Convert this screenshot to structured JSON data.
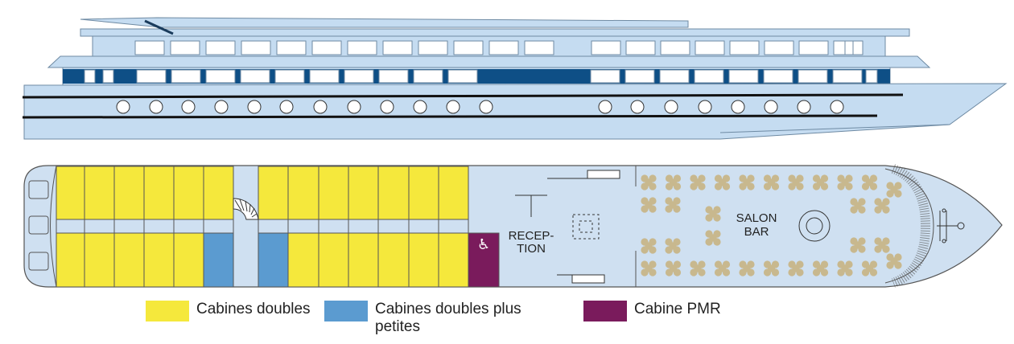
{
  "deck": {
    "reception_label_1": "RECEP-",
    "reception_label_2": "TION",
    "salon_label_1": "SALON",
    "salon_label_2": "BAR",
    "top_row_cabins": [
      "double",
      "double",
      "double",
      "double",
      "double",
      "double",
      "double",
      "double",
      "double",
      "double",
      "double",
      "double",
      "double"
    ],
    "bottom_row_cabins": [
      "double",
      "double",
      "double",
      "double",
      "double",
      "small",
      "small",
      "double",
      "double",
      "double",
      "double",
      "double",
      "double",
      "pmr"
    ],
    "accessible_icon": "wheelchair-icon"
  },
  "colors": {
    "double": "#f5e83c",
    "small": "#5b9bd0",
    "pmr": "#7a1b5c",
    "deck": "#cfe0f1",
    "table": "#c8b88e",
    "hull": "#c5dcf1",
    "window_band": "#0e4f86"
  },
  "legend": [
    {
      "key": "double",
      "label": "Cabines doubles"
    },
    {
      "key": "small",
      "label": "Cabines doubles plus petites"
    },
    {
      "key": "pmr",
      "label": "Cabine PMR"
    }
  ]
}
